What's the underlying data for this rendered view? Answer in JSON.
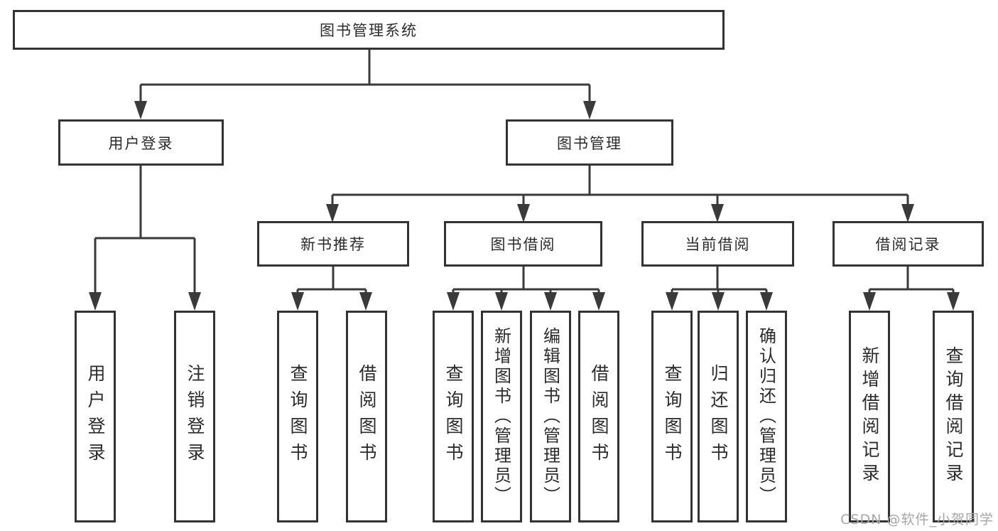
{
  "diagram": {
    "root": "图书管理系统",
    "branches": [
      {
        "label": "用户登录",
        "children": [
          "用户登录",
          "注销登录"
        ]
      },
      {
        "label": "图书管理",
        "sections": [
          {
            "label": "新书推荐",
            "children": [
              "查询图书",
              "借阅图书"
            ]
          },
          {
            "label": "图书借阅",
            "children": [
              "查询图书",
              "新增图书（管理员）",
              "编辑图书（管理员）",
              "借阅图书"
            ]
          },
          {
            "label": "当前借阅",
            "children": [
              "查询图书",
              "归还图书",
              "确认归还（管理员）"
            ]
          },
          {
            "label": "借阅记录",
            "children": [
              "新增借阅记录",
              "查询借阅记录"
            ]
          }
        ]
      }
    ]
  },
  "watermark": "CSDN @软件_小贺同学",
  "colors": {
    "line": "#3a3a3a",
    "box_border": "#333333",
    "text": "#2b2b2b",
    "watermark": "#a6a6a6",
    "background": "#ffffff"
  }
}
